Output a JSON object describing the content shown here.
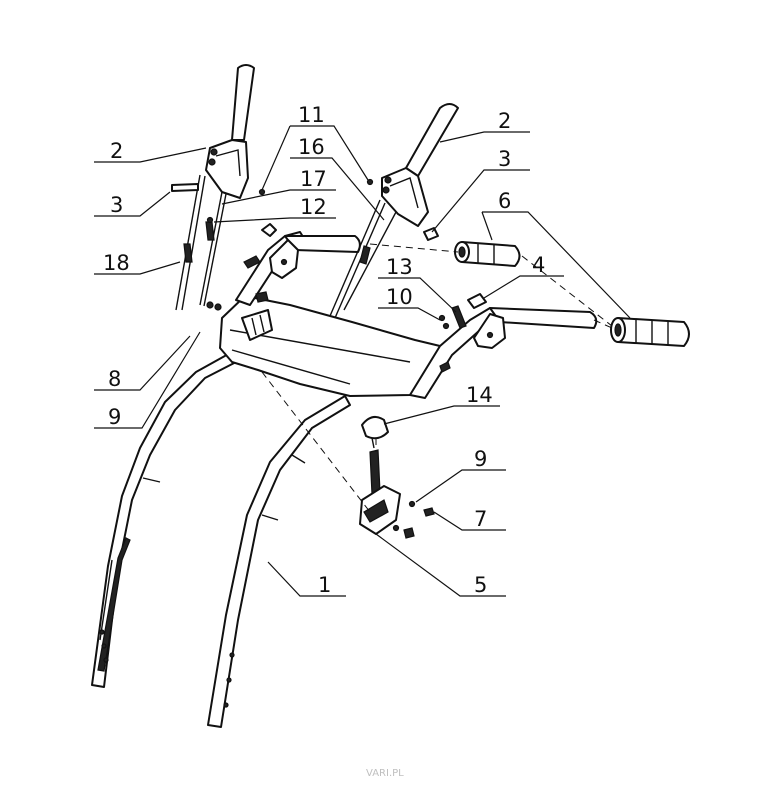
{
  "labels": {
    "l1": "1",
    "l2a": "2",
    "l2b": "2",
    "l3a": "3",
    "l3b": "3",
    "l4": "4",
    "l5": "5",
    "l6": "6",
    "l7": "7",
    "l8": "8",
    "l9a": "9",
    "l9b": "9",
    "l10": "10",
    "l11": "11",
    "l12": "12",
    "l13": "13",
    "l14": "14",
    "l16": "16",
    "l17": "17",
    "l18": "18"
  },
  "watermark": "VARI.PL"
}
